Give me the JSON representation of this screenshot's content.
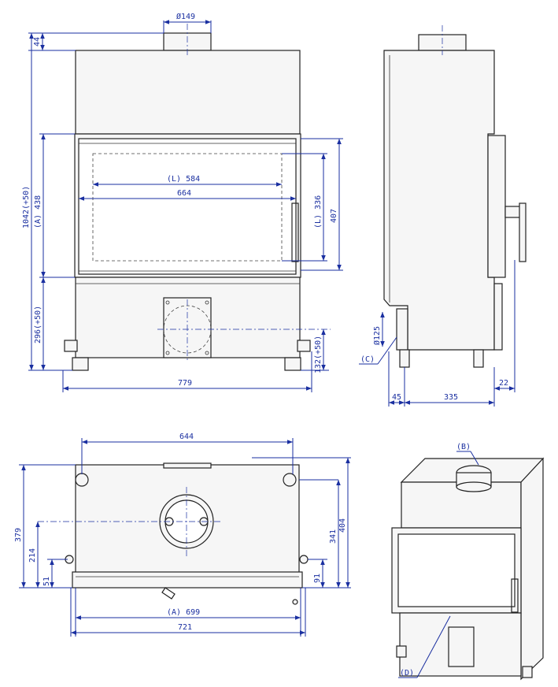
{
  "front_view": {
    "flue_diameter": "Ø149",
    "top_height": "44",
    "total_height": "1042(+50)",
    "door_height": "(A) 438",
    "glass_width": "(L) 584",
    "opening_width": "664",
    "glass_height": "(L) 336",
    "opening_height": "407",
    "lower_height": "296(+50)",
    "air_inlet_height": "132(+50)",
    "total_width": "779"
  },
  "side_view": {
    "air_inlet_diameter": "Ø125",
    "label_c": "(C)",
    "front_offset": "45",
    "depth": "335",
    "rear_offset": "22"
  },
  "top_view": {
    "width_top": "644",
    "depth_total": "379",
    "depth_mid": "214",
    "front_depth": "51",
    "depth_right": "341",
    "depth_right_total": "404",
    "right_small": "91",
    "width_a": "(A) 699",
    "width_total": "721"
  },
  "iso_view": {
    "label_b": "(B)",
    "label_d": "(D)"
  },
  "colors": {
    "dimension": "#1a2fa0",
    "outline": "#222222"
  }
}
